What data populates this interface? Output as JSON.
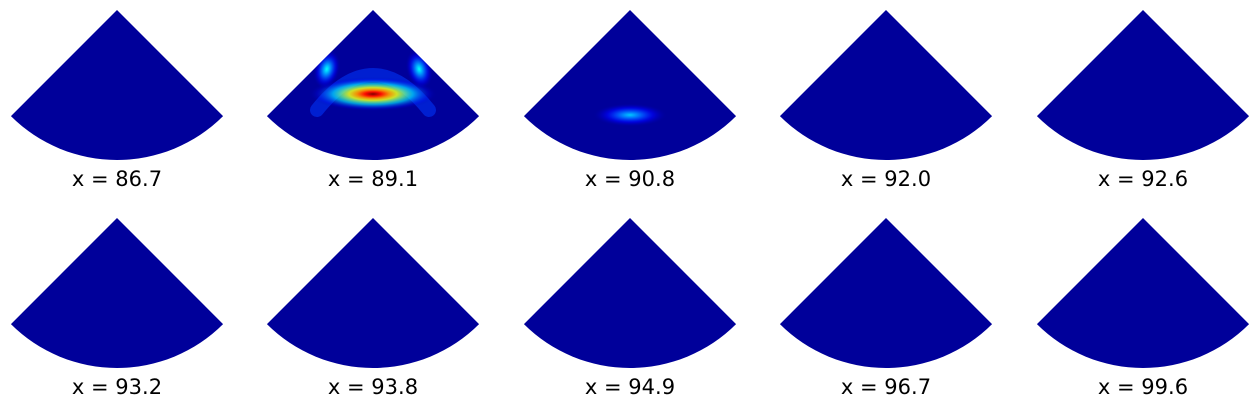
{
  "chart_data": [
    {
      "type": "heatmap",
      "title": "x = 86.7",
      "field": "uniform"
    },
    {
      "type": "heatmap",
      "title": "x = 89.1",
      "field": "hotspots",
      "hotspots": [
        {
          "angle_deg": 0,
          "radius_frac": 0.56,
          "intensity": 1.0,
          "shape": "arc"
        },
        {
          "angle_deg": -38,
          "radius_frac": 0.5,
          "intensity": 0.38,
          "shape": "lobe"
        },
        {
          "angle_deg": 38,
          "radius_frac": 0.5,
          "intensity": 0.38,
          "shape": "lobe"
        }
      ]
    },
    {
      "type": "heatmap",
      "title": "x = 90.8",
      "field": "hotspots",
      "hotspots": [
        {
          "angle_deg": 0,
          "radius_frac": 0.7,
          "intensity": 0.32,
          "shape": "arc"
        }
      ]
    },
    {
      "type": "heatmap",
      "title": "x = 92.0",
      "field": "uniform"
    },
    {
      "type": "heatmap",
      "title": "x = 92.6",
      "field": "uniform"
    },
    {
      "type": "heatmap",
      "title": "x = 93.2",
      "field": "uniform"
    },
    {
      "type": "heatmap",
      "title": "x = 93.8",
      "field": "uniform"
    },
    {
      "type": "heatmap",
      "title": "x = 94.9",
      "field": "uniform"
    },
    {
      "type": "heatmap",
      "title": "x = 96.7",
      "field": "uniform"
    },
    {
      "type": "heatmap",
      "title": "x = 99.6",
      "field": "uniform"
    }
  ],
  "colormap": "jet",
  "background_color": "#00009a",
  "sector_angle_deg": 90
}
